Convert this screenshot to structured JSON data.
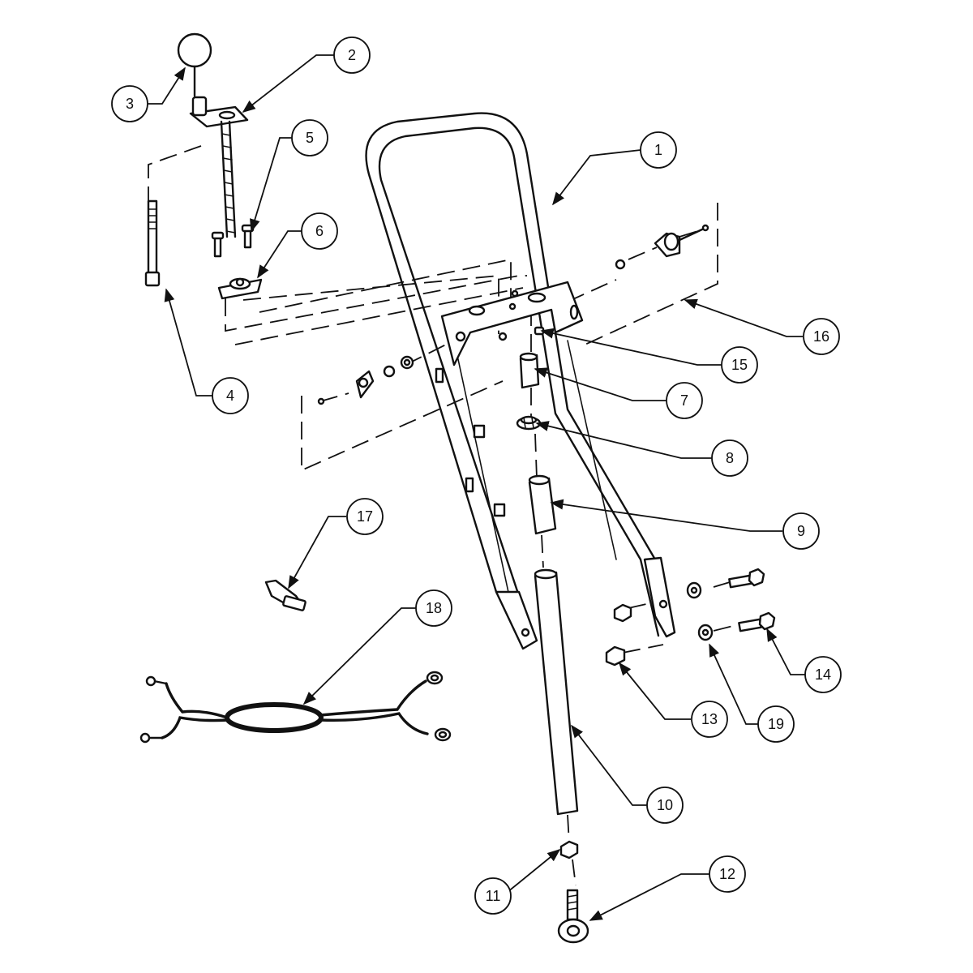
{
  "diagram": {
    "type": "exploded-parts-diagram",
    "callouts": [
      {
        "label": "1"
      },
      {
        "label": "2"
      },
      {
        "label": "3"
      },
      {
        "label": "4"
      },
      {
        "label": "5"
      },
      {
        "label": "6"
      },
      {
        "label": "7"
      },
      {
        "label": "8"
      },
      {
        "label": "9"
      },
      {
        "label": "10"
      },
      {
        "label": "11"
      },
      {
        "label": "12"
      },
      {
        "label": "13"
      },
      {
        "label": "14"
      },
      {
        "label": "15"
      },
      {
        "label": "16"
      },
      {
        "label": "17"
      },
      {
        "label": "18"
      },
      {
        "label": "19"
      }
    ]
  },
  "colors": {
    "line": "#111111",
    "background": "#ffffff"
  }
}
